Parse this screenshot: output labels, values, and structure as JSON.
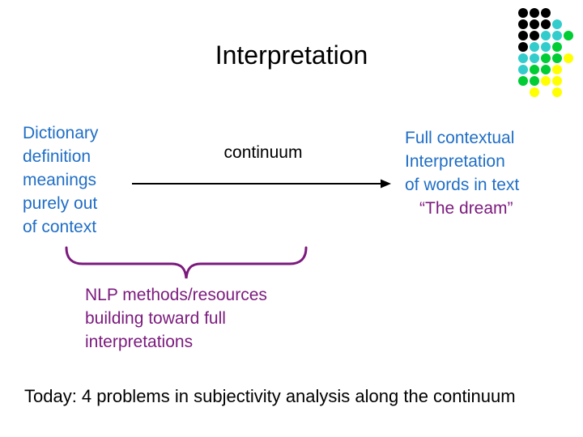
{
  "slide": {
    "title": "Interpretation",
    "left_block": {
      "lines": [
        "Dictionary",
        "definition",
        "meanings",
        "purely out",
        "of context"
      ]
    },
    "continuum_label": "continuum",
    "right_block": {
      "lines": [
        "Full contextual",
        "Interpretation",
        "of words in text"
      ],
      "quote": "“The dream”"
    },
    "brace_caption": {
      "lines": [
        "NLP methods/resources",
        "building toward full",
        "interpretations"
      ]
    },
    "footer": "Today: 4 problems in subjectivity analysis along the continuum"
  },
  "colors": {
    "background": "#FFFFFF",
    "black": "#000000",
    "body_blue": "#1F6EC6",
    "purple": "#7B1A7D",
    "logo_black": "#000000",
    "logo_teal": "#33CCCC",
    "logo_green": "#00CC33",
    "logo_yellow": "#FFFF00"
  },
  "logo_pattern": {
    "legend": {
      "B": "logo_black",
      "T": "logo_teal",
      "G": "logo_green",
      "Y": "logo_yellow"
    },
    "grid": [
      [
        "B",
        "B",
        "B",
        "",
        ""
      ],
      [
        "B",
        "B",
        "B",
        "T",
        ""
      ],
      [
        "B",
        "B",
        "T",
        "T",
        "G"
      ],
      [
        "B",
        "T",
        "T",
        "G",
        ""
      ],
      [
        "T",
        "T",
        "G",
        "G",
        "Y"
      ],
      [
        "T",
        "G",
        "G",
        "Y",
        ""
      ],
      [
        "G",
        "G",
        "Y",
        "Y",
        ""
      ],
      [
        "",
        "Y",
        "",
        "Y",
        ""
      ]
    ]
  }
}
